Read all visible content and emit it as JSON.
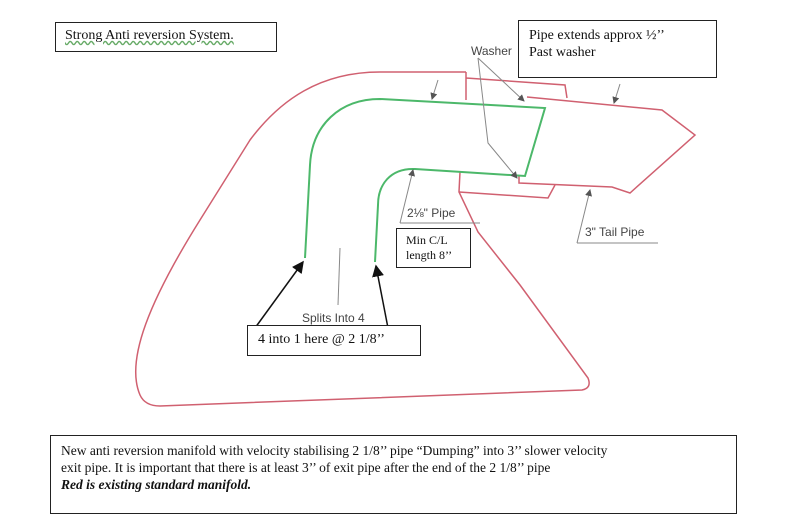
{
  "title": "Strong Anti reversion System.",
  "labels": {
    "washer": "Washer",
    "pipe_extends_line1": "Pipe extends approx ½’’",
    "pipe_extends_line2": "Past washer",
    "pipe_size": "2⅛\" Pipe",
    "min_cl_line1": "Min C/L",
    "min_cl_line2": "length 8’’",
    "tail_pipe": "3\" Tail Pipe",
    "splits": "Splits Into 4",
    "four_into_one": "4 into 1 here @ 2 1/8’’"
  },
  "note": {
    "line1": "New anti reversion manifold with velocity stabilising 2 1/8’’ pipe “Dumping” into 3’’ slower velocity",
    "line2": "exit pipe. It is important that there is at least 3’’ of exit pipe after the end of the 2 1/8’’ pipe",
    "line3": "Red is existing standard manifold."
  },
  "colors": {
    "existing": "#d06070",
    "new": "#4cb86a",
    "leader": "#888888",
    "arrow": "#111111"
  }
}
